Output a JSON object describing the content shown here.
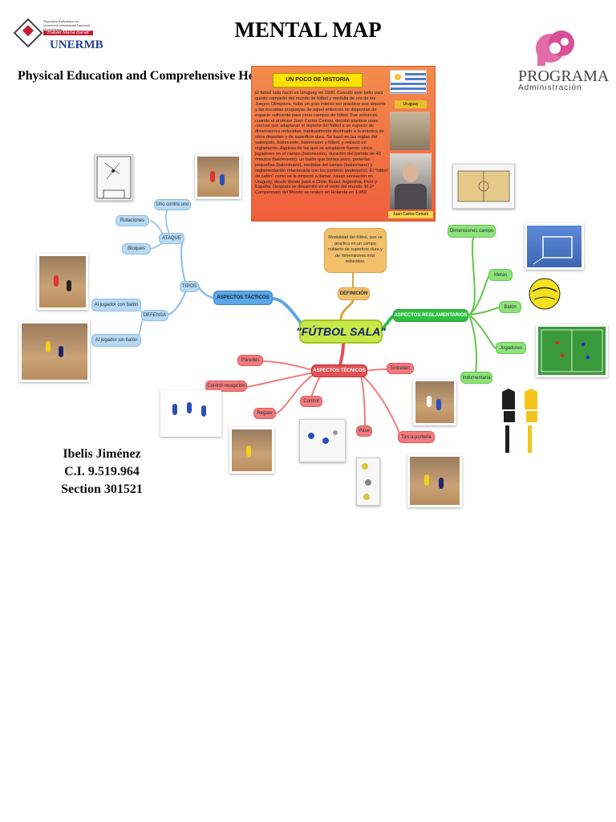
{
  "header": {
    "title": "MENTAL MAP",
    "subtitle": "Physical Education and Comprehensive Health",
    "unermb_small_text": "República Bolivariana de Venezuela Universidad Nacional Experimental",
    "unermb_red_text": "\"Rafael María Baralt\"",
    "unermb_name": "UNERMB",
    "programa_name": "PROGRAMA",
    "programa_sub": "Administración"
  },
  "history": {
    "header": "UN POCO DE HISTORIA",
    "text": "El fútbol sala nació en Uruguay en 1930. Cuando este bello país quedó campeón del mundo de fútbol y medalla de oro de los Juegos Olímpicos, hubo un gran interés por practicar ese deporte y las escuelas uruguayas de aquel entonces no disponían de espacio suficiente para crear campos de fútbol. Fue entonces cuando el profesor Juan Carlos Ceriani, decidió plantear unas normas que adaptaran el deporte del fútbol a un espacio de dimensiones reducidas, habitualmente destinado a la práctica de otros deportes y de superficie dura. Se basó en las reglas del waterpolo, baloncesto, balonmano y fútbol, y redactó un reglamento. Algunas de las que se adoptaron fueron: cinco jugadores en el campo (baloncesto), duración del partido de 40 minutos (baloncesto), un balón que botara poco, porterías pequeñas (balonmano), medidas del campo (balonmano) y reglamentación relacionada con los porteros (waterpolo). El \"fútbol de salón\" como se le empezó a llamar, causó sensación en Uruguay, desde donde pasó a Chile, Brasil, Argentina, Perú y España. Después se desarrolló en el resto del mundo. El 1º Campeonato del Mundo se realizó en Holanda en 1.989.",
    "flag_label": "Uruguay",
    "photo_label": "Juan Carlos Ceriani"
  },
  "map": {
    "central": "\"FÚTBOL SALA\"",
    "definition": {
      "label": "DEFINICIÓN",
      "text": "Modalidad del fútbol, que se practica en un campo cubierto de superficie dura y de dimensiones más reducidas."
    },
    "tacticos": {
      "label": "ASPECTOS TÁCTICOS",
      "tipos": "TIPOS",
      "ataque": "ATAQUE",
      "defensa": "DEFENSA",
      "ataque_items": [
        "Uno contra uno",
        "Rotaciones",
        "Bloques"
      ],
      "defensa_items": [
        "Al jugador con balón",
        "Al jugador sin balón"
      ]
    },
    "reglamentarios": {
      "label": "ASPECTOS REGLAMENTARIOS",
      "items": [
        "Dimensiones campo",
        "Metas",
        "Balón",
        "Jugadores",
        "Indumentaria"
      ]
    },
    "tecnicos": {
      "label": "ASPECTOS TÉCNICOS",
      "items": [
        "Paredes",
        "Control-recepción",
        "Regate",
        "Control",
        "Pase",
        "Entradas",
        "Tiro a portería"
      ]
    }
  },
  "author": {
    "name": "Ibelis Jiménez",
    "ci": "C.I. 9.519.964",
    "section": "Section 301521"
  },
  "colors": {
    "tacticos": "#5aa6e6",
    "reglamentarios": "#2fbf43",
    "tecnicos": "#e24f55",
    "definicion": "#f2c06b",
    "central": "#c8e84a"
  }
}
